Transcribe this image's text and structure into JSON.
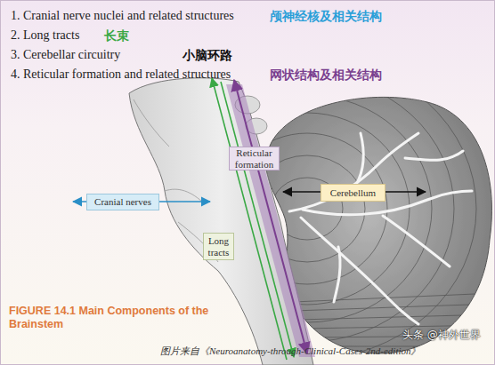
{
  "diagram": {
    "caption": "FIGURE 14.1 Main Components of the Brainstem",
    "nodes": [
      {
        "text": [
          "Reticular formation"
        ]
      },
      {
        "text": [
          "Cerebellum"
        ]
      },
      {
        "text": [
          "Cranial nerves"
        ]
      },
      {
        "text": [
          "Long tracts"
        ]
      }
    ],
    "labels": [
      "1. Cranial nerve nuclei and related structures",
      "颅神经核及相关结构",
      "2. Long tracts",
      "长束",
      "3. Cerebellar circuitry",
      "小脑环路",
      "4. Reticular formation and related structures",
      "网状结构及相关结构",
      "图片来自《Neuroanatomy-through-Clinical-Cases-2nd-edition》",
      "头条 @神外世界"
    ]
  }
}
